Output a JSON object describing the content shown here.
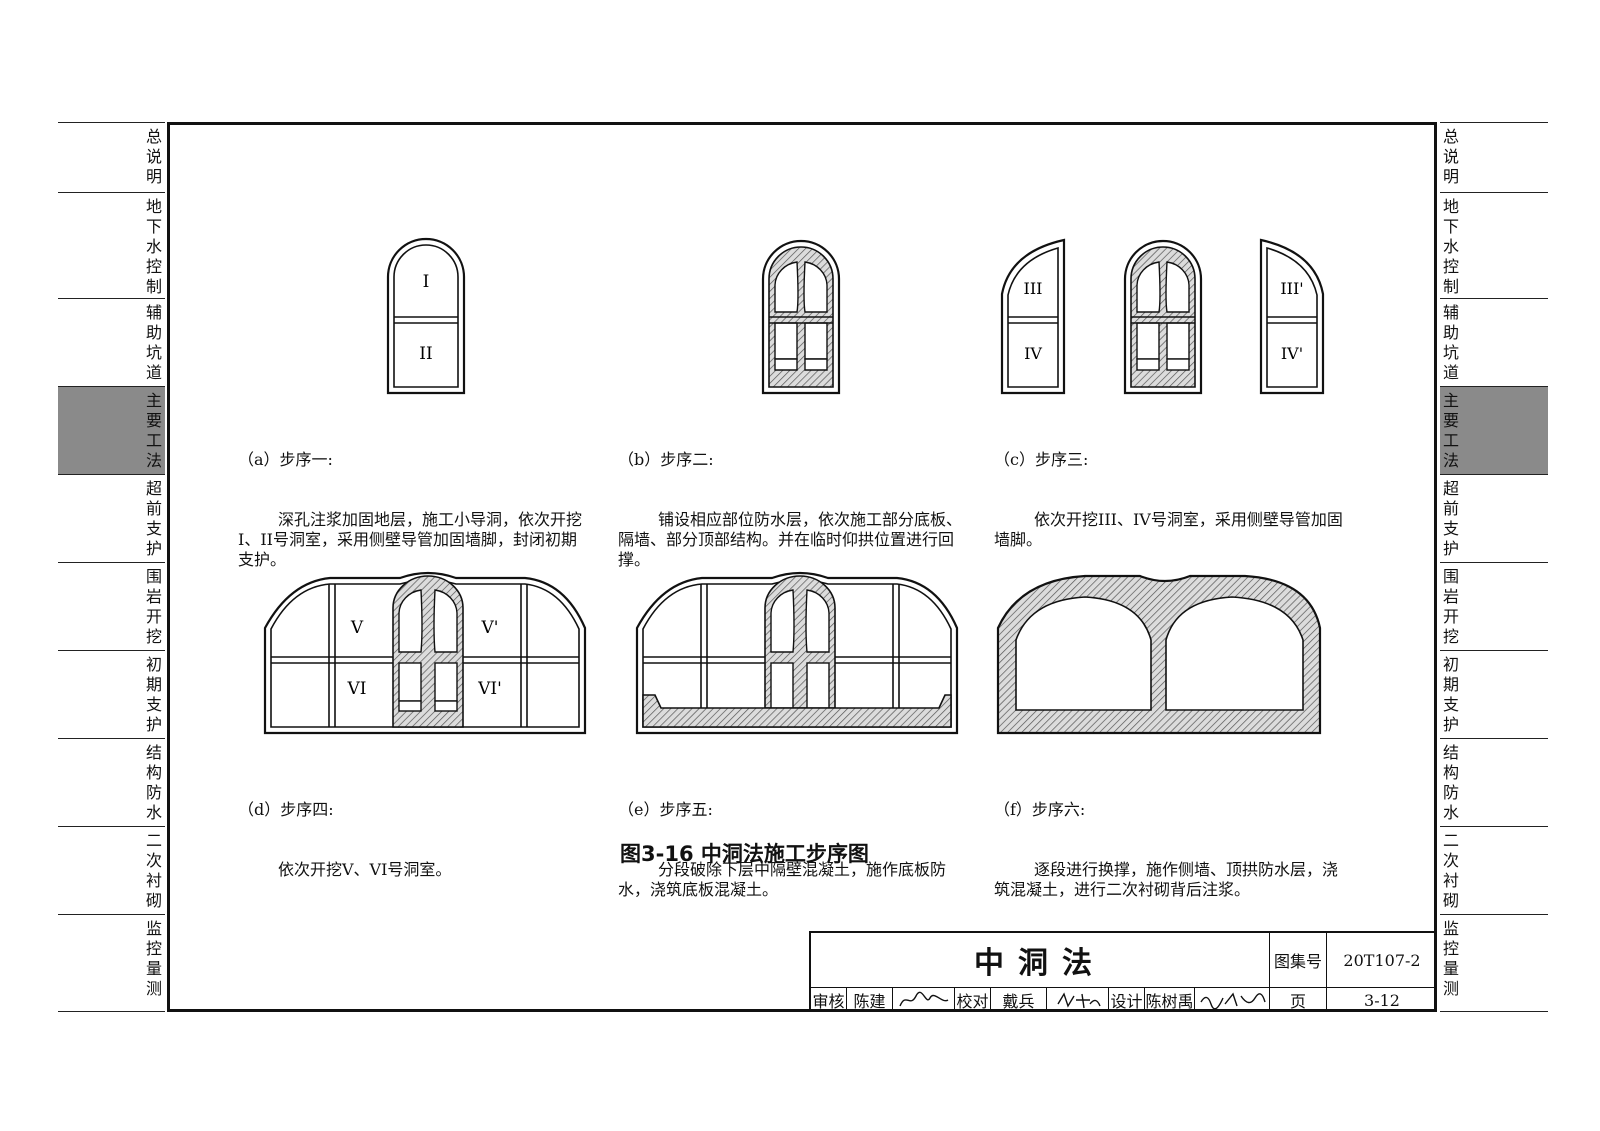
{
  "side_tabs": [
    {
      "label": "总说明",
      "active": false
    },
    {
      "label": "地下水控制",
      "active": false
    },
    {
      "label": "辅助坑道",
      "active": false
    },
    {
      "label": "主要工法",
      "active": true
    },
    {
      "label": "超前支护",
      "active": false
    },
    {
      "label": "围岩开挖",
      "active": false
    },
    {
      "label": "初期支护",
      "active": false
    },
    {
      "label": "结构防水",
      "active": false
    },
    {
      "label": "二次衬砌",
      "active": false
    },
    {
      "label": "监控量测",
      "active": false
    }
  ],
  "steps": [
    {
      "id": "a",
      "title": "（a）步序一:",
      "text": "深孔注浆加固地层，施工小导洞，依次开挖I、II号洞室，采用侧壁导管加固墙脚，封闭初期支护。",
      "labels": [
        "I",
        "II"
      ]
    },
    {
      "id": "b",
      "title": "（b）步序二:",
      "text": "铺设相应部位防水层，依次施工部分底板、隔墙、部分顶部结构。并在临时仰拱位置进行回撑。",
      "labels": []
    },
    {
      "id": "c",
      "title": "（c）步序三:",
      "text": "依次开挖III、IV号洞室，采用侧壁导管加固墙脚。",
      "labels": [
        "III",
        "IV",
        "III'",
        "IV'"
      ]
    },
    {
      "id": "d",
      "title": "（d）步序四:",
      "text": "依次开挖V、VI号洞室。",
      "labels": [
        "V",
        "V'",
        "VI",
        "VI'"
      ]
    },
    {
      "id": "e",
      "title": "（e）步序五:",
      "text": "分段破除下层中隔壁混凝土，施作底板防水，浇筑底板混凝土。",
      "labels": []
    },
    {
      "id": "f",
      "title": "（f）步序六:",
      "text": "逐段进行换撑，施作侧墙、顶拱防水层，浇筑混凝土，进行二次衬砌背后注浆。",
      "labels": []
    }
  ],
  "figure_title": "图3-16  中洞法施工步序图",
  "title_block": {
    "drawing_name": "中洞法",
    "atlas_label": "图集号",
    "atlas_no": "20T107-2",
    "review_label": "审核",
    "reviewer": "陈建",
    "check_label": "校对",
    "checker": "戴兵",
    "design_label": "设计",
    "designer": "陈树禹",
    "page_label": "页",
    "page_no": "3-12"
  },
  "colors": {
    "line": "#111111",
    "active_tab": "#8a8a8a",
    "concrete_hatch": "#555555"
  }
}
